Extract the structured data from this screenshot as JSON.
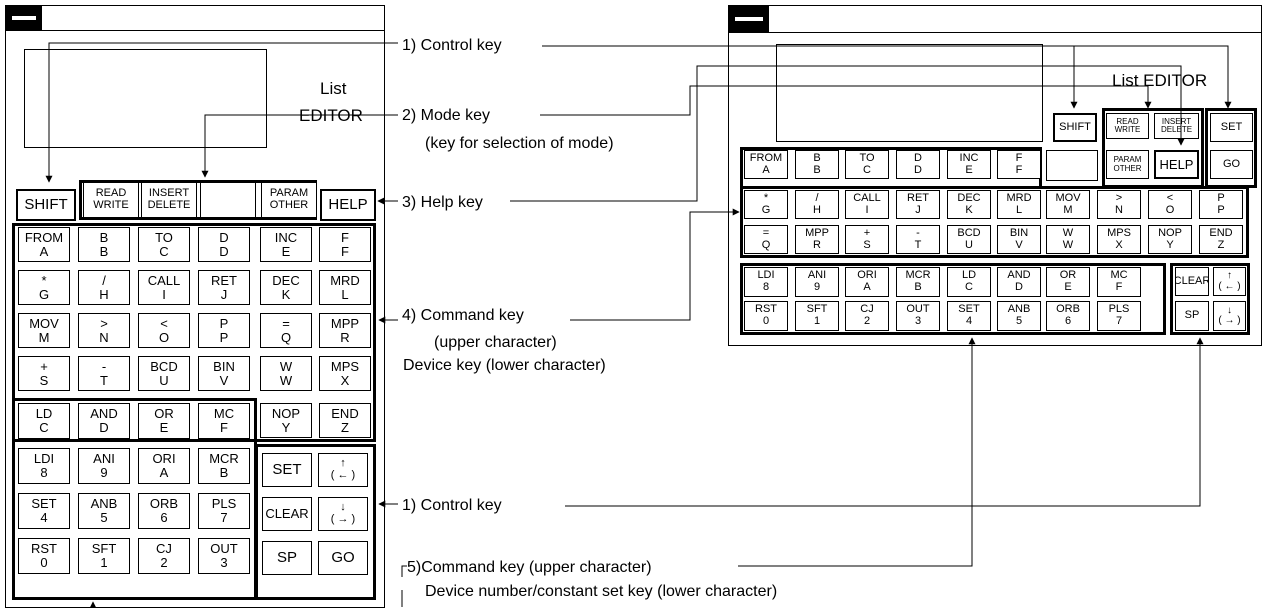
{
  "left_panel": {
    "title_line1": "List",
    "title_line2": "EDITOR",
    "mode_keys": [
      {
        "upper": "READ",
        "lower": "WRITE"
      },
      {
        "upper": "INSERT",
        "lower": "DELETE"
      },
      {
        "upper": "",
        "lower": ""
      },
      {
        "upper": "PARAM",
        "lower": "OTHER"
      }
    ],
    "shift": "SHIFT",
    "help": "HELP",
    "command_grid": [
      [
        {
          "u": "FROM",
          "l": "A"
        },
        {
          "u": "B",
          "l": "B"
        },
        {
          "u": "TO",
          "l": "C"
        },
        {
          "u": "D",
          "l": "D"
        },
        {
          "u": "INC",
          "l": "E"
        },
        {
          "u": "F",
          "l": "F"
        }
      ],
      [
        {
          "u": "*",
          "l": "G"
        },
        {
          "u": "/",
          "l": "H"
        },
        {
          "u": "CALL",
          "l": "I"
        },
        {
          "u": "RET",
          "l": "J"
        },
        {
          "u": "DEC",
          "l": "K"
        },
        {
          "u": "MRD",
          "l": "L"
        }
      ],
      [
        {
          "u": "MOV",
          "l": "M"
        },
        {
          "u": ">",
          "l": "N"
        },
        {
          "u": "<",
          "l": "O"
        },
        {
          "u": "P",
          "l": "P"
        },
        {
          "u": "=",
          "l": "Q"
        },
        {
          "u": "MPP",
          "l": "R"
        }
      ],
      [
        {
          "u": "+",
          "l": "S"
        },
        {
          "u": "-",
          "l": "T"
        },
        {
          "u": "BCD",
          "l": "U"
        },
        {
          "u": "BIN",
          "l": "V"
        },
        {
          "u": "W",
          "l": "W"
        },
        {
          "u": "MPS",
          "l": "X"
        }
      ]
    ],
    "nop_end": [
      {
        "u": "NOP",
        "l": "Y"
      },
      {
        "u": "END",
        "l": "Z"
      }
    ],
    "device_grid": [
      [
        {
          "u": "LD",
          "l": "C"
        },
        {
          "u": "AND",
          "l": "D"
        },
        {
          "u": "OR",
          "l": "E"
        },
        {
          "u": "MC",
          "l": "F"
        }
      ],
      [
        {
          "u": "LDI",
          "l": "8"
        },
        {
          "u": "ANI",
          "l": "9"
        },
        {
          "u": "ORI",
          "l": "A"
        },
        {
          "u": "MCR",
          "l": "B"
        }
      ],
      [
        {
          "u": "SET",
          "l": "4"
        },
        {
          "u": "ANB",
          "l": "5"
        },
        {
          "u": "ORB",
          "l": "6"
        },
        {
          "u": "PLS",
          "l": "7"
        }
      ],
      [
        {
          "u": "RST",
          "l": "0"
        },
        {
          "u": "SFT",
          "l": "1"
        },
        {
          "u": "CJ",
          "l": "2"
        },
        {
          "u": "OUT",
          "l": "3"
        }
      ]
    ],
    "control_keys": {
      "set": "SET",
      "clear": "CLEAR",
      "sp": "SP",
      "go": "GO",
      "up_arrow": "↑",
      "left_arrow": "( ← )",
      "down_arrow": "↓",
      "right_arrow": "( → )"
    }
  },
  "callouts": {
    "control_key_top": "1) Control key",
    "mode_key": "2) Mode key",
    "mode_key_sub": "(key for selection of mode)",
    "help_key": "3) Help key",
    "command_key": "4) Command key",
    "command_key_sub": "(upper character)",
    "device_key": "Device key (lower character)",
    "control_key_bottom": "1) Control key",
    "command_key_5": "5)Command key (upper character)",
    "device_number_key": "Device number/constant set key (lower character)"
  },
  "right_panel": {
    "title": "List EDITOR",
    "shift": "SHIFT",
    "mode_keys": [
      {
        "upper": "READ",
        "lower": "WRITE"
      },
      {
        "upper": "INSERT",
        "lower": "DELETE"
      },
      {
        "upper": "PARAM",
        "lower": "OTHER"
      }
    ],
    "set": "SET",
    "help": "HELP",
    "go": "GO",
    "command_grid": [
      [
        {
          "u": "FROM",
          "l": "A"
        },
        {
          "u": "B",
          "l": "B"
        },
        {
          "u": "TO",
          "l": "C"
        },
        {
          "u": "D",
          "l": "D"
        },
        {
          "u": "INC",
          "l": "E"
        },
        {
          "u": "F",
          "l": "F"
        }
      ],
      [
        {
          "u": "*",
          "l": "G"
        },
        {
          "u": "/",
          "l": "H"
        },
        {
          "u": "CALL",
          "l": "I"
        },
        {
          "u": "RET",
          "l": "J"
        },
        {
          "u": "DEC",
          "l": "K"
        },
        {
          "u": "MRD",
          "l": "L"
        },
        {
          "u": "MOV",
          "l": "M"
        },
        {
          "u": ">",
          "l": "N"
        },
        {
          "u": "<",
          "l": "O"
        },
        {
          "u": "P",
          "l": "P"
        }
      ],
      [
        {
          "u": "=",
          "l": "Q"
        },
        {
          "u": "MPP",
          "l": "R"
        },
        {
          "u": "+",
          "l": "S"
        },
        {
          "u": "-",
          "l": "T"
        },
        {
          "u": "BCD",
          "l": "U"
        },
        {
          "u": "BIN",
          "l": "V"
        },
        {
          "u": "W",
          "l": "W"
        },
        {
          "u": "MPS",
          "l": "X"
        },
        {
          "u": "NOP",
          "l": "Y"
        },
        {
          "u": "END",
          "l": "Z"
        }
      ]
    ],
    "device_grid": [
      [
        {
          "u": "LDI",
          "l": "8"
        },
        {
          "u": "ANI",
          "l": "9"
        },
        {
          "u": "ORI",
          "l": "A"
        },
        {
          "u": "MCR",
          "l": "B"
        },
        {
          "u": "LD",
          "l": "C"
        },
        {
          "u": "AND",
          "l": "D"
        },
        {
          "u": "OR",
          "l": "E"
        },
        {
          "u": "MC",
          "l": "F"
        }
      ],
      [
        {
          "u": "RST",
          "l": "0"
        },
        {
          "u": "SFT",
          "l": "1"
        },
        {
          "u": "CJ",
          "l": "2"
        },
        {
          "u": "OUT",
          "l": "3"
        },
        {
          "u": "SET",
          "l": "4"
        },
        {
          "u": "ANB",
          "l": "5"
        },
        {
          "u": "ORB",
          "l": "6"
        },
        {
          "u": "PLS",
          "l": "7"
        }
      ]
    ],
    "control_keys": {
      "clear": "CLEAR",
      "sp": "SP",
      "up_arrow": "↑",
      "left_arrow": "( ← )",
      "down_arrow": "↓",
      "right_arrow": "( → )"
    }
  }
}
